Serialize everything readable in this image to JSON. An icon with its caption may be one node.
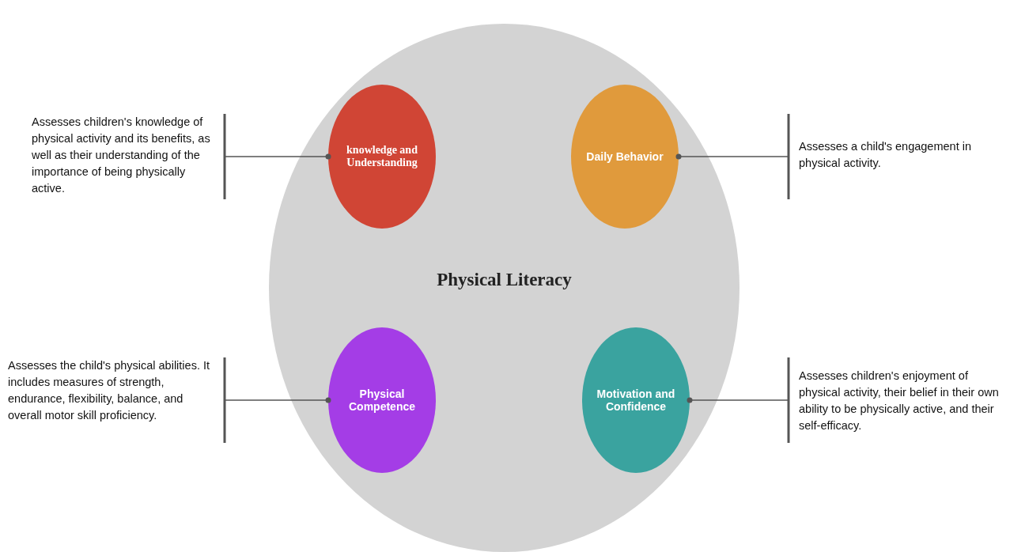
{
  "diagram": {
    "nodes": [
      {
        "text": [
          "Physical Literacy"
        ]
      },
      {
        "text": [
          "knowledge and Understanding"
        ],
        "in": 0
      },
      {
        "text": [
          "Daily Behavior"
        ],
        "in": 0
      },
      {
        "text": [
          "Physical Competence"
        ],
        "in": 0
      },
      {
        "text": [
          "Motivation and Confidence"
        ],
        "in": 0
      },
      {
        "text": [
          "Assesses children's knowledge of physical activity and its benefits, as well as their understanding of the importance of being physically active."
        ]
      },
      {
        "text": [
          "Assesses a child's engagement in physical activity."
        ]
      },
      {
        "text": [
          "Assesses the child's physical abilities. It includes measures of strength, endurance, flexibility, balance, and overall motor skill proficiency."
        ]
      },
      {
        "text": [
          "Assesses children's enjoyment of physical activity, their belief in their own ability to be physically active, and their self-efficacy."
        ]
      }
    ],
    "edges": [
      {
        "from": 5,
        "to": 1,
        "arrow": "other"
      },
      {
        "from": 6,
        "to": 2,
        "arrow": "other"
      },
      {
        "from": 7,
        "to": 3,
        "arrow": "other"
      },
      {
        "from": 8,
        "to": 4,
        "arrow": "other"
      }
    ]
  }
}
